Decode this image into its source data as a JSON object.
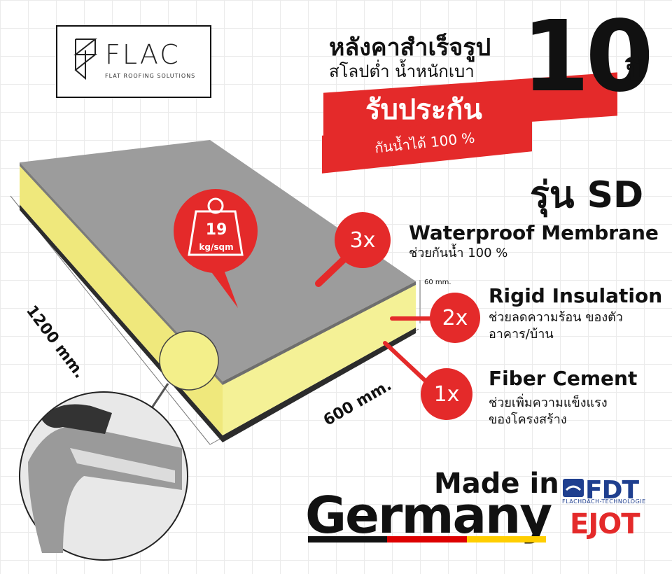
{
  "brand": {
    "name": "FLAC",
    "tagline": "FLAT ROOFING SOLUTIONS"
  },
  "headline": {
    "title": "หลังคาสำเร็จรูป",
    "subtitle": "สโลปต่ำ น้ำหนักเบา",
    "warranty": "รับประกัน",
    "years": "10",
    "years_unit": "ปี",
    "waterproof": "กันน้ำได้ 100 %"
  },
  "model": "รุ่น SD",
  "weight": {
    "value": "19",
    "unit": "kg/sqm"
  },
  "dimensions": {
    "length": "1200 mm.",
    "width": "600 mm.",
    "thickness": "60 mm."
  },
  "layers": [
    {
      "badge": "3x",
      "title": "Waterproof Membrane",
      "desc": "ช่วยกันน้ำ 100 %"
    },
    {
      "badge": "2x",
      "title": "Rigid Insulation",
      "desc": "ช่วยลดความร้อน ของตัวอาคาร/บ้าน"
    },
    {
      "badge": "1x",
      "title": "Fiber Cement",
      "desc": "ช่วยเพิ่มความแข็งแรง ของโครงสร้าง"
    }
  ],
  "origin": {
    "made_in": "Made in",
    "country": "Germany"
  },
  "partners": {
    "fdt": "FDT",
    "fdt_sub": "FLACHDACH-TECHNOLOGIE",
    "ejot": "EJOT"
  },
  "colors": {
    "accent_red": "#e42a2a",
    "membrane_gray": "#9a9a9a",
    "insulation_yellow": "#f2ef8c",
    "fdt_blue": "#1f3f8f",
    "flag_black": "#111111",
    "flag_red": "#dd0000",
    "flag_gold": "#ffce00"
  }
}
